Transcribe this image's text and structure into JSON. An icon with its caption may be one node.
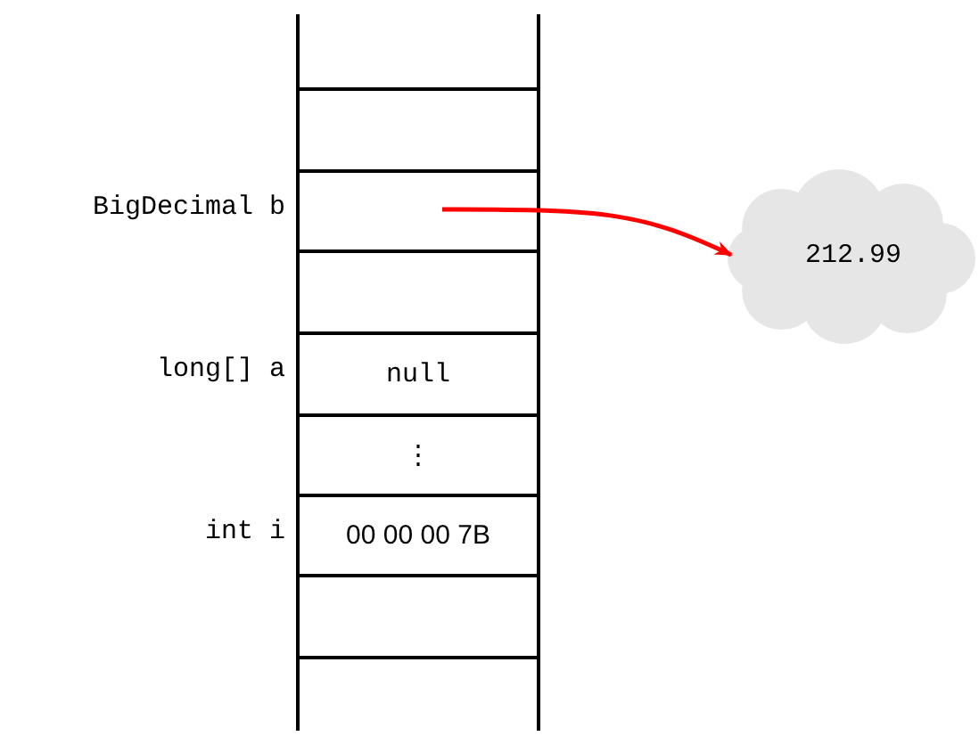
{
  "diagram": {
    "nodes": [
      {
        "text": [],
        "shape": "box"
      },
      {
        "text": [],
        "shape": "box",
        "beside": [
          "BigDecimal b"
        ]
      },
      {
        "text": [],
        "shape": "box"
      },
      {
        "text": [
          "null"
        ],
        "beside": [
          "long[] a"
        ]
      },
      {
        "text": [
          "⋮"
        ]
      },
      {
        "text": [
          "00 00 00 7B"
        ],
        "beside": [
          "int i"
        ]
      },
      {
        "text": [],
        "shape": "box"
      },
      {
        "text": [
          "212.99"
        ]
      }
    ],
    "edges": [
      {
        "from": 1,
        "to": 7,
        "arrow": "to",
        "color": "#ff0000"
      }
    ]
  }
}
